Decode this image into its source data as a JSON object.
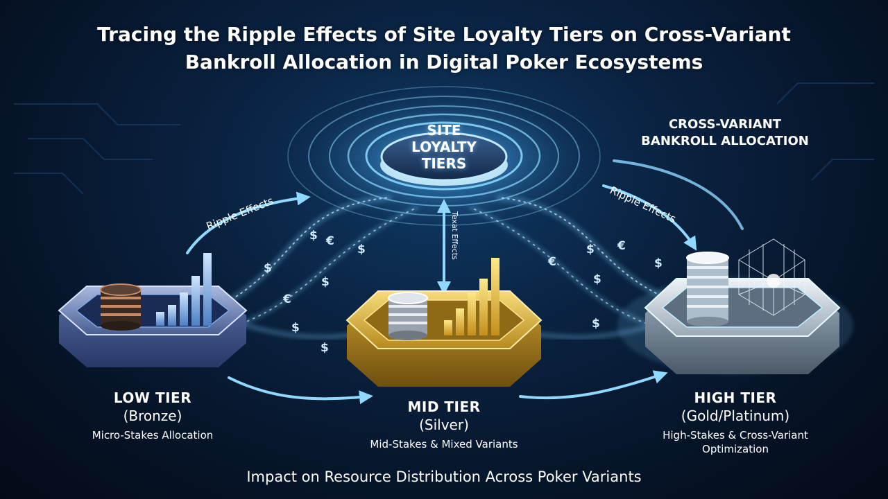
{
  "title": {
    "line1": "Tracing the Ripple Effects of Site Loyalty Tiers on Cross-Variant",
    "line2": "Bankroll Allocation in Digital Poker Ecosystems"
  },
  "center": {
    "line1": "SITE",
    "line2": "LOYALTY",
    "line3": "TIERS"
  },
  "allocation_heading": {
    "line1": "CROSS-VARIANT",
    "line2": "BANKROLL ALLOCATION"
  },
  "arrows": {
    "left": "Ripple Effects",
    "right": "Ripple Effects",
    "vertical": "Texat Effects"
  },
  "tiers": {
    "low": {
      "name": "LOW TIER",
      "sub": "(Bronze)",
      "desc": "Micro-Stakes Allocation",
      "color": "#7a93c4"
    },
    "mid": {
      "name": "MID TIER",
      "sub": "(Silver)",
      "desc": "Mid-Stakes & Mixed Variants",
      "color": "#d8b33c"
    },
    "high": {
      "name": "HIGH TIER",
      "sub": "(Gold/Platinum)",
      "desc1": "High-Stakes & Cross-Variant",
      "desc2": "Optimization",
      "color": "#c9d3dc"
    }
  },
  "currency_symbols": [
    "$",
    "$",
    "€",
    "€",
    "$",
    "$",
    "$",
    "$",
    "€",
    "$",
    "€",
    "$",
    "$",
    "$"
  ],
  "footer": "Impact on Resource Distribution Across Poker Variants",
  "colors": {
    "glow": "#7fd4ff",
    "accent_gold": "#e6b93a",
    "background": "#0a2342"
  }
}
